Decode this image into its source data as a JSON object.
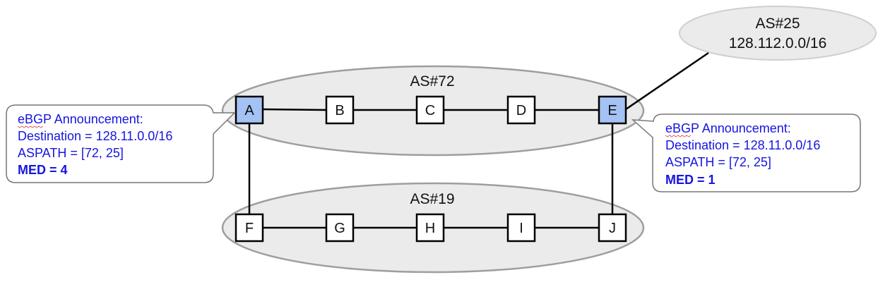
{
  "colors": {
    "as_fill": "#ebebeb",
    "as_stroke": "#9e9e9e",
    "node_fill": "#ffffff",
    "node_highlight": "#a4c2f4",
    "node_stroke": "#000000",
    "link": "#000000",
    "callout_text": "#1515e0",
    "callout_stroke": "#777777",
    "spellcheck_underline": "#e06060"
  },
  "as_external": {
    "name": "AS#25",
    "prefix": "128.112.0.0/16"
  },
  "as_upper": {
    "name": "AS#72",
    "routers": [
      "A",
      "B",
      "C",
      "D",
      "E"
    ],
    "highlighted": [
      "A",
      "E"
    ]
  },
  "as_lower": {
    "name": "AS#19",
    "routers": [
      "F",
      "G",
      "H",
      "I",
      "J"
    ]
  },
  "links": [
    [
      "A",
      "B"
    ],
    [
      "B",
      "C"
    ],
    [
      "C",
      "D"
    ],
    [
      "D",
      "E"
    ],
    [
      "F",
      "G"
    ],
    [
      "G",
      "H"
    ],
    [
      "H",
      "I"
    ],
    [
      "I",
      "J"
    ],
    [
      "A",
      "F"
    ],
    [
      "E",
      "J"
    ],
    [
      "E",
      "AS#25"
    ]
  ],
  "announcement_left": {
    "line1": "eBGP Announcement:",
    "line2": "Destination = 128.11.0.0/16",
    "line3": "ASPATH = [72, 25]",
    "line4": "MED = 4"
  },
  "announcement_right": {
    "line1": "eBGP Announcement:",
    "line2": "Destination = 128.11.0.0/16",
    "line3": "ASPATH = [72, 25]",
    "line4": "MED = 1"
  }
}
